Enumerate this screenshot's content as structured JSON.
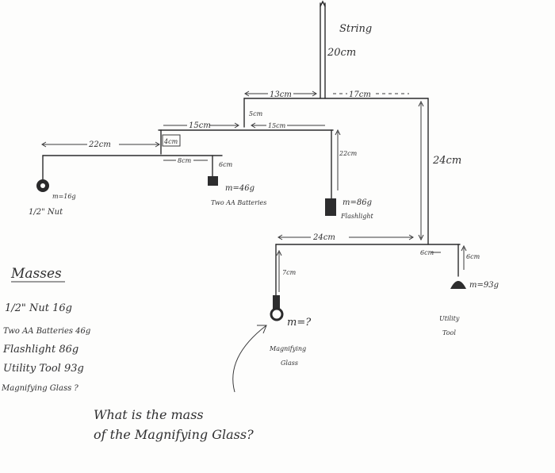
{
  "labels": {
    "string": "String",
    "string_len": "20cm",
    "top_left_arm": "13cm",
    "top_right_arm": "17cm",
    "small_gap_top": "5cm",
    "mid_left_arm": "15cm",
    "mid_right_arm": "15cm",
    "far_left_arm": "22cm",
    "hang_4": "4cm",
    "short_arm": "8cm",
    "drop_6": "6cm",
    "nut_mass": "m=16g",
    "nut_name": "1/2\" Nut",
    "batt_mass": "m=46g",
    "batt_name": "Two AA Batteries",
    "flash_drop": "22cm",
    "flash_mass": "m=86g",
    "flash_name": "Flashlight",
    "right_drop": "24cm",
    "lower_arm": "24cm",
    "lower_left_drop": "7cm",
    "lower_right_arm": "6cm",
    "tool_drop": "6cm",
    "tool_mass": "m=93g",
    "tool_name_1": "Utility",
    "tool_name_2": "Tool",
    "mag_mass": "m=?",
    "mag_name_1": "Magnifying",
    "mag_name_2": "Glass"
  },
  "masses": {
    "heading": "Masses",
    "rows": [
      "1/2\" Nut  16g",
      "Two AA Batteries  46g",
      "Flashlight  86g",
      "Utility Tool  93g",
      "Magnifying Glass ?"
    ]
  },
  "question": {
    "line1": "What is the mass",
    "line2": "of the Magnifying Glass?"
  }
}
